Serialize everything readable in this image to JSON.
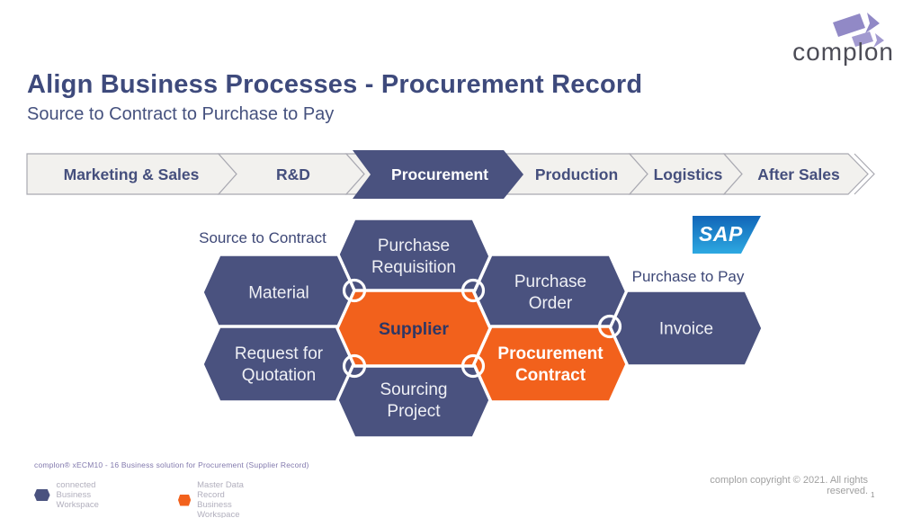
{
  "slide": {
    "title": "Align Business Processes - Procurement Record",
    "subtitle": "Source to Contract to Purchase to Pay",
    "page_number": "1"
  },
  "brand": {
    "logo_text": "complon",
    "logo_icon_color": "#9189c6"
  },
  "process_bar": {
    "active_color": "#4a527f",
    "inactive_fill": "#f2f1ee",
    "steps": [
      {
        "label": "Marketing & Sales",
        "active": false
      },
      {
        "label": "R&D",
        "active": false
      },
      {
        "label": "Procurement",
        "active": true
      },
      {
        "label": "Production",
        "active": false
      },
      {
        "label": "Logistics",
        "active": false
      },
      {
        "label": "After Sales",
        "active": false
      }
    ]
  },
  "diagram": {
    "flow_label_left": "Source to Contract",
    "flow_label_right": "Purchase to Pay",
    "sap_logo_text": "SAP",
    "colors": {
      "connected": "#4a527f",
      "master": "#f2611c"
    },
    "hexagons": [
      {
        "id": "purchase-requisition",
        "type": "connected",
        "lines": [
          "Purchase",
          "Requisition"
        ]
      },
      {
        "id": "material",
        "type": "connected",
        "lines": [
          "Material"
        ]
      },
      {
        "id": "purchase-order",
        "type": "connected",
        "lines": [
          "Purchase",
          "Order"
        ]
      },
      {
        "id": "supplier",
        "type": "master",
        "lines": [
          "Supplier"
        ]
      },
      {
        "id": "invoice",
        "type": "connected",
        "lines": [
          "Invoice"
        ]
      },
      {
        "id": "request-for-quotation",
        "type": "connected",
        "lines": [
          "Request for",
          "Quotation"
        ]
      },
      {
        "id": "procurement-contract",
        "type": "master",
        "lines": [
          "Procurement",
          "Contract"
        ]
      },
      {
        "id": "sourcing-project",
        "type": "connected",
        "lines": [
          "Sourcing",
          "Project"
        ]
      }
    ]
  },
  "footer": {
    "note": "complon®  xECM10 - 16 Business solution  for Procurement  (Supplier  Record)",
    "legend": [
      {
        "label": "connected Business Workspace",
        "color": "#4a527f"
      },
      {
        "label": "Master Data Record Business Workspace",
        "color": "#f2611c"
      }
    ],
    "copyright": "complon  copyright © 2021. All rights reserved."
  }
}
